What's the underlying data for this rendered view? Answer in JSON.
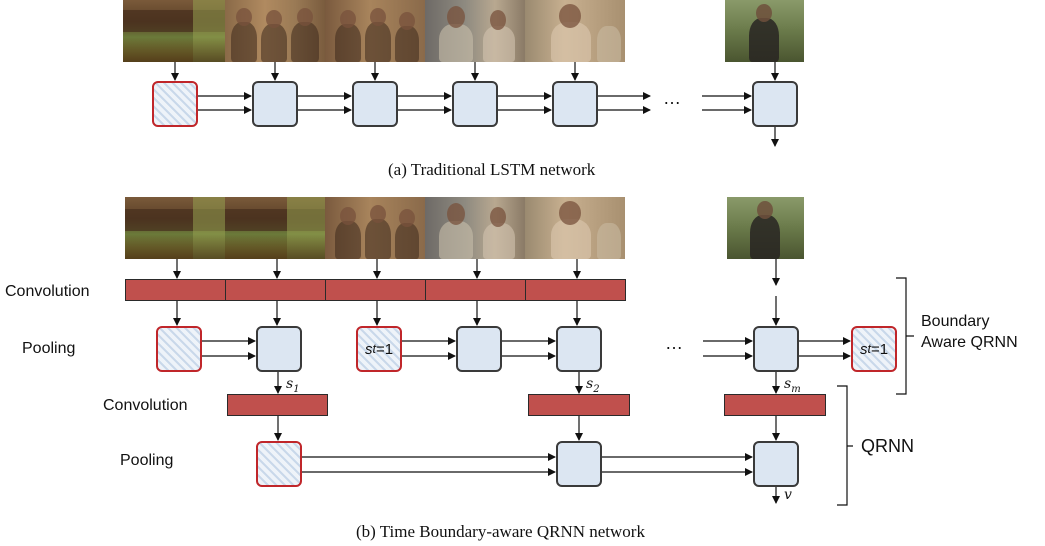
{
  "captions": {
    "a": "(a) Traditional LSTM network",
    "b": "(b) Time Boundary-aware QRNN network"
  },
  "labels": {
    "convolution_1": "Convolution",
    "pooling_1": "Pooling",
    "convolution_2": "Convolution",
    "pooling_2": "Pooling",
    "boundary_line1": "Boundary",
    "boundary_line2": "Aware QRNN",
    "qrnn": "QRNN",
    "ellipsis": "…"
  },
  "math": {
    "s_t_text": "s",
    "s_t_sub": "t",
    "s_t_value": "=1",
    "s1_base": "s",
    "s1_sub": "1",
    "s2_base": "s",
    "s2_sub": "2",
    "sm_base": "s",
    "sm_sub": "m",
    "v": "v"
  },
  "colors": {
    "conv_fill": "#c0504d",
    "node_fill": "#dce6f2",
    "node_border": "#3a3a3a",
    "special_border": "#c0262a",
    "arrow": "#111111"
  }
}
